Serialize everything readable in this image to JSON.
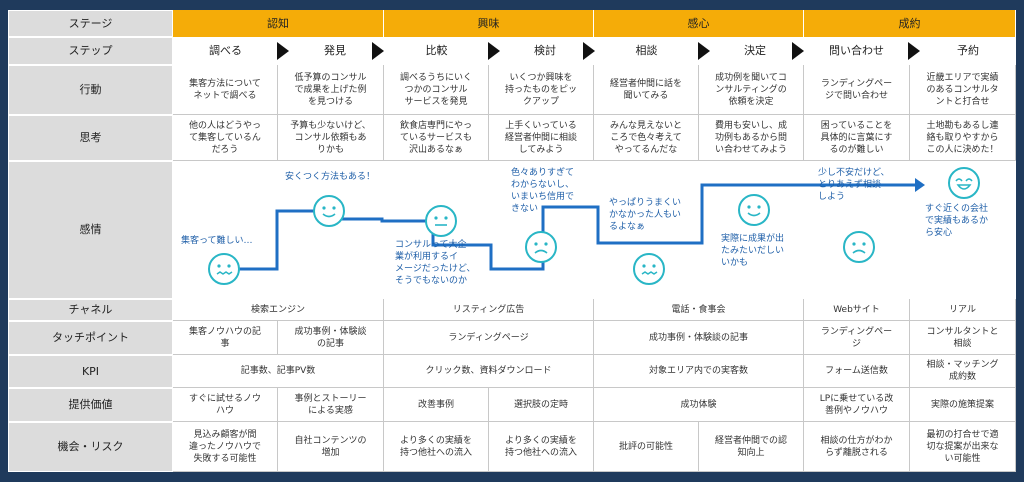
{
  "row_labels": [
    "ステージ",
    "ステップ",
    "行動",
    "思考",
    "感情",
    "チャネル",
    "タッチポイント",
    "KPI",
    "提供価値",
    "機会・リスク"
  ],
  "stages": [
    "認知",
    "興味",
    "感心",
    "成約"
  ],
  "steps": [
    "調べる",
    "発見",
    "比較",
    "検討",
    "相談",
    "決定",
    "問い合わせ",
    "予約"
  ],
  "actions": [
    "集客方法について\nネットで調べる",
    "低予算のコンサル\nで成果を上げた例\nを見つける",
    "調べるうちにいく\nつかのコンサル\nサービスを発見",
    "いくつか興味を\n持ったものをピッ\nクアップ",
    "経営者仲間に話を\n聞いてみる",
    "成功例を聞いてコ\nンサルティングの\n依頼を決定",
    "ランディングペー\nジで問い合わせ",
    "近畿エリアで実績\nのあるコンサルタ\nントと打合せ"
  ],
  "thoughts": [
    "他の人はどうやっ\nて集客しているん\nだろう",
    "予算も少ないけど、\nコンサル依頼もあ\nりかも",
    "飲食店専門にやっ\nているサービスも\n沢山あるなぁ",
    "上手くいっている\n経営者仲間に相談\nしてみよう",
    "みんな見えないと\nころで色々考えて\nやってるんだな",
    "費用も安いし、成\n功例もあるから問\nい合わせてみよう",
    "困っていることを\n具体的に言葉にす\nるのが難しい",
    "土地勘もあるし連\n絡も取りやすから\nこの人に決めた！"
  ],
  "emotions": [
    {
      "text": "集客って難しい…",
      "mood": "negative"
    },
    {
      "text": "安くつく方法もある！",
      "mood": "positive"
    },
    {
      "text": "コンサルって大企\n業が利用するイ\nメージだったけど、\nそうでもないのか",
      "mood": "neutral"
    },
    {
      "text": "色々ありすぎて\nわからないし、\nいまいち信用で\nきない",
      "mood": "sad"
    },
    {
      "text": "やっぱりうまくい\nかなかった人もい\nるよなぁ",
      "mood": "negative"
    },
    {
      "text": "実際に成果が出\nたみたいだしい\nいかも",
      "mood": "positive"
    },
    {
      "text": "少し不安だけど、\nとりあえず相談\nしよう",
      "mood": "sad"
    },
    {
      "text": "すぐ近くの会社\nで実績もあるか\nら安心",
      "mood": "happy"
    }
  ],
  "channels": [
    "検索エンジン",
    "リスティング広告",
    "電話・食事会",
    "Webサイト",
    "リアル"
  ],
  "touchpoints": [
    "集客ノウハウの記\n事",
    "成功事例・体験談\nの記事",
    "ランディングページ",
    "成功事例・体験談の記事",
    "ランディングペー\nジ",
    "コンサルタントと\n相談"
  ],
  "kpis": [
    "記事数、記事PV数",
    "クリック数、資料ダウンロード",
    "対象エリア内での実客数",
    "フォーム送信数",
    "相談・マッチング\n成約数"
  ],
  "values": [
    "すぐに試せるノウ\nハウ",
    "事例とストーリー\nによる実感",
    "改善事例",
    "選択肢の定時",
    "成功体験",
    "LPに乗せている改\n善例やノウハウ",
    "実際の施策提案"
  ],
  "risks": [
    "見込み顧客が間\n違ったノウハウで\n失敗する可能性",
    "自社コンテンツの\n増加",
    "より多くの実績を\n持つ他社への流入",
    "より多くの実績を\n持つ他社への流入",
    "批評の可能性",
    "経営者仲間での認\n知向上",
    "相談の仕方がわか\nらず離脱される",
    "最初の打合せで適\n切な提案が出来な\nい可能性"
  ],
  "colors": {
    "stage_bg": "#f5ac08",
    "header_bg": "#dcdcdc",
    "frame_bg": "#1f3a5c",
    "line": "#1f6fc4",
    "face": "#29b6c6",
    "emotion_text": "#1f5fa8"
  }
}
